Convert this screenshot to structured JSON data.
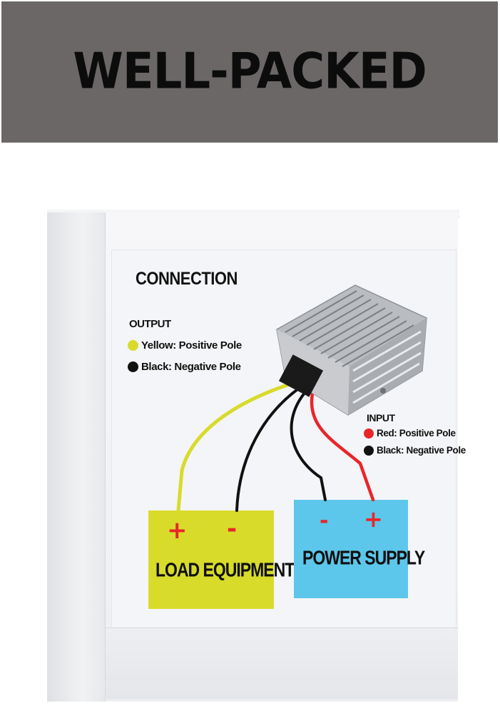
{
  "banner": {
    "text": "WELL-PACKED"
  },
  "diagram": {
    "title": "CONNECTION",
    "output": {
      "heading": "OUTPUT",
      "positive": "Yellow: Positive Pole",
      "negative": "Black: Negative Pole"
    },
    "input": {
      "heading": "INPUT",
      "positive": "Red: Positive Pole",
      "negative": "Black: Negative Pole"
    },
    "load": {
      "label": "LOAD EQUIPMENT",
      "plus": "+",
      "minus": "-"
    },
    "supply": {
      "label": "POWER SUPPLY",
      "plus": "+",
      "minus": "-"
    }
  },
  "colors": {
    "banner_bg": "#6b6767",
    "yellow_wire": "#d8db2a",
    "red_wire": "#e8262a",
    "black_wire": "#111111",
    "load_box": "#d8db2a",
    "supply_box": "#5cc7ea"
  }
}
